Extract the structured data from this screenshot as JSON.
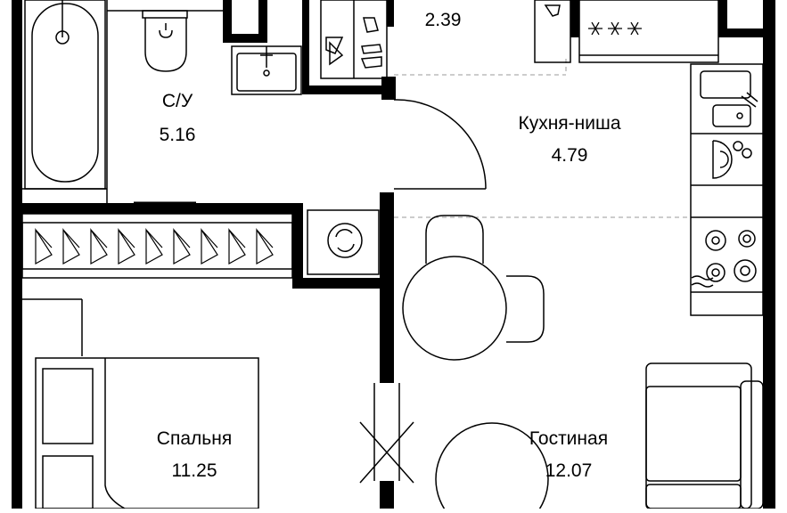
{
  "plan": {
    "colors": {
      "wall": "#000000",
      "line": "#000000",
      "background": "#ffffff",
      "dashed": "#9a9a9a"
    },
    "rooms": {
      "hall": {
        "area": "2.39"
      },
      "bathroom": {
        "label": "С/У",
        "area": "5.16"
      },
      "kitchen": {
        "label": "Кухня-ниша",
        "area": "4.79"
      },
      "bedroom": {
        "label": "Спальня",
        "area": "11.25"
      },
      "living": {
        "label": "Гостиная",
        "area": "12.07"
      }
    },
    "fixtures": [
      "bathtub-icon",
      "toilet-icon",
      "sink-icon",
      "washing-machine-icon",
      "wardrobe-hangers-icon",
      "fridge-icon",
      "stove-icon",
      "kitchen-sink-icon",
      "dining-table-icon",
      "chair-icon",
      "sofa-icon",
      "bed-icon",
      "door-icon"
    ]
  }
}
